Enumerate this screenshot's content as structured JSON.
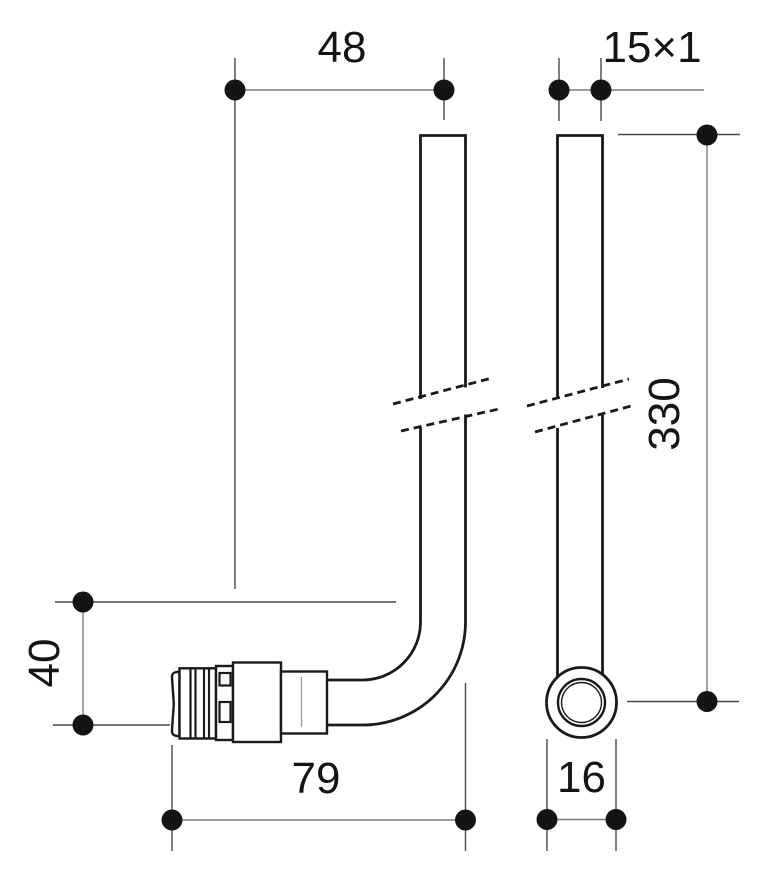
{
  "drawing": {
    "type": "technical-dimension-drawing",
    "dimensions": {
      "top_width": "48",
      "pipe_size": "15×1",
      "pipe_length": "330",
      "elbow_height": "40",
      "bottom_width": "79",
      "fitting_diameter": "16"
    },
    "colors": {
      "outline": "#1a1a1a",
      "dimension_line": "#7d7d7d",
      "extension_line": "#4a4a4a",
      "marker": "#141414",
      "text": "#141414",
      "background": "#ffffff"
    }
  }
}
